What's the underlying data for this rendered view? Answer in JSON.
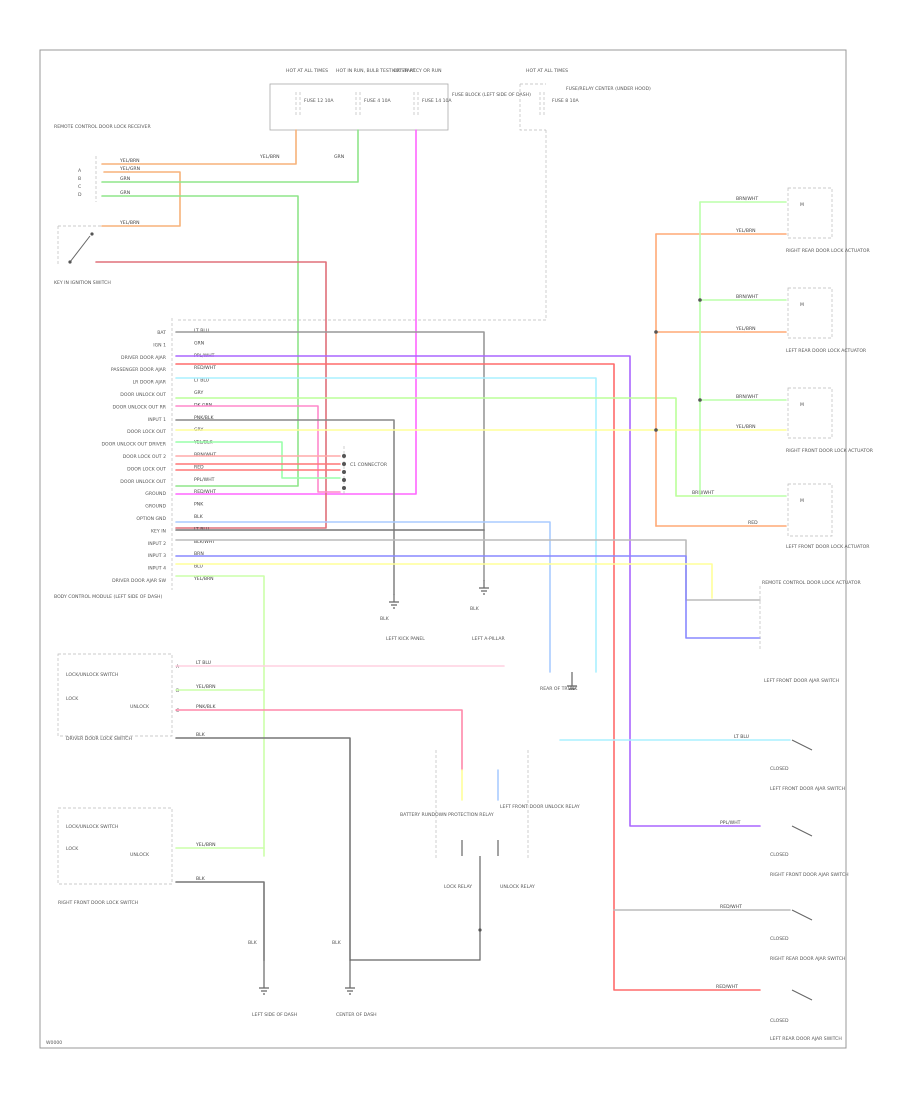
{
  "figure_code": "W0000",
  "fuse_block": {
    "headers": [
      "HOT AT ALL TIMES",
      "HOT IN RUN, BULB TEST OR START",
      "HOT IN ACCY OR RUN"
    ],
    "fuse_labels": [
      "FUSE 12 10A",
      "FUSE 4 10A",
      "FUSE 14 10A"
    ],
    "title": "FUSE BLOCK (LEFT SIDE OF DASH)",
    "right_header": "HOT AT ALL TIMES",
    "right_fuse": "FUSE 8 10A",
    "right_title": "FUSE/RELAY CENTER (UNDER HOOD)"
  },
  "remote_control": {
    "title": "REMOTE CONTROL DOOR LOCK RECEIVER",
    "pins": [
      "A",
      "B",
      "C",
      "D"
    ],
    "wire_labels": [
      "YEL/BRN",
      "YEL/GRN",
      "GRN",
      "GRN"
    ],
    "aux_label": "YEL/BRN"
  },
  "key_switch": {
    "title": "KEY IN IGNITION SWITCH"
  },
  "module": {
    "title": "BODY CONTROL MODULE (LEFT SIDE OF DASH)",
    "pin_labels": [
      "BAT",
      "IGN 1",
      "DRIVER DOOR AJAR",
      "PASSENGER DOOR AJAR",
      "LR DOOR AJAR",
      "DOOR UNLOCK OUT",
      "DOOR UNLOCK OUT RR",
      "INPUT 1",
      "DOOR LOCK OUT",
      "DOOR UNLOCK OUT DRIVER",
      "DOOR LOCK OUT 2",
      "DOOR LOCK OUT",
      "DOOR UNLOCK OUT",
      "GROUND",
      "GROUND",
      "OPTION GND",
      "KEY IN",
      "INPUT 2",
      "INPUT 3",
      "INPUT 4",
      "DRIVER DOOR AJAR SW"
    ],
    "wire_labels": [
      "LT BLU",
      "GRN",
      "PPL/WHT",
      "RED/WHT",
      "LT BLU",
      "GRY",
      "DK GRN",
      "PNK/BLK",
      "GRY",
      "YEL/BLK",
      "BRN/WHT",
      "RED",
      "PPL/WHT",
      "RED/WHT",
      "PNK",
      "BLK",
      "LT BLU",
      "BLK/WHT",
      "BRN",
      "BLU",
      "YEL/BRN"
    ]
  },
  "connector_label": "C1 CONNECTOR",
  "actuators": [
    {
      "title": "RIGHT REAR DOOR LOCK ACTUATOR",
      "labels": [
        "BRN/WHT",
        "YEL/BRN"
      ]
    },
    {
      "title": "LEFT REAR DOOR LOCK ACTUATOR",
      "labels": [
        "BRN/WHT",
        "YEL/BRN"
      ]
    },
    {
      "title": "RIGHT FRONT DOOR LOCK ACTUATOR",
      "labels": [
        "BRN/WHT",
        "YEL/BRN"
      ]
    },
    {
      "title": "LEFT FRONT DOOR LOCK ACTUATOR",
      "labels": [
        "BRN/WHT",
        "RED"
      ]
    }
  ],
  "switches": {
    "lock_unlock": "LOCK/UNLOCK SWITCH",
    "lock": "LOCK",
    "unlock": "UNLOCK",
    "driver_title": "DRIVER DOOR LOCK SWITCH",
    "pass_title": "RIGHT FRONT DOOR LOCK SWITCH",
    "pins": [
      "A",
      "B",
      "C"
    ],
    "labels": [
      "LT BLU",
      "YEL/BRN",
      "PNK/BLK",
      "BLK"
    ]
  },
  "ajar": {
    "lf": "LEFT FRONT DOOR AJAR SWITCH",
    "rf": "RIGHT FRONT DOOR AJAR SWITCH",
    "rr": "RIGHT REAR DOOR AJAR SWITCH",
    "lr": "LEFT REAR DOOR AJAR SWITCH",
    "closed": "CLOSED",
    "labels": [
      "LT BLU",
      "PPL/WHT",
      "RED/WHT",
      "RED/WHT"
    ]
  },
  "grounds": [
    "LEFT KICK PANEL",
    "LEFT A-PILLAR",
    "LEFT SIDE OF DASH",
    "CENTER OF DASH",
    "REAR OF TRUNK"
  ],
  "ground_wire": "BLK",
  "relays": {
    "lock_title": "BATTERY RUNDOWN PROTECTION RELAY",
    "unlock_title": "LEFT FRONT DOOR UNLOCK RELAY",
    "lock_label": "LOCK RELAY",
    "unlock_label": "UNLOCK RELAY"
  },
  "deck_title": "REMOTE CONTROL DOOR LOCK ACTUATOR"
}
